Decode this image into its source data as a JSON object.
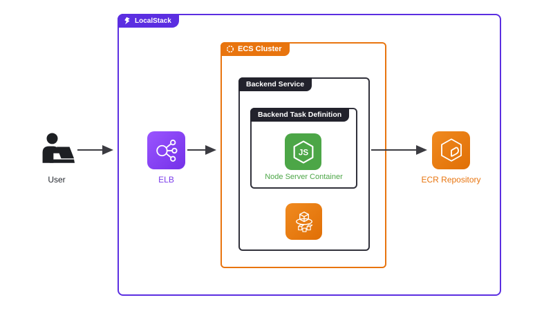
{
  "diagram": {
    "title_badge": "LocalStack",
    "ecs_cluster": {
      "label": "ECS Cluster"
    },
    "backend_service": {
      "label": "Backend Service"
    },
    "task_definition": {
      "label": "Backend Task Definition"
    },
    "node_container": {
      "label": "Node Server Container",
      "icon_text": "JS"
    },
    "nodes": {
      "user": {
        "label": "User"
      },
      "elb": {
        "label": "ELB"
      },
      "ecr": {
        "label": "ECR Repository"
      }
    },
    "icons": {
      "localstack-logo-icon": "white localstack mark",
      "ecs-cluster-icon": "segmented circle",
      "elb-icon": "network hub circles",
      "nodejs-icon": "hexagon JS",
      "ecs-service-icon": "cube over orbit with small cubes",
      "ecr-icon": "cube with fold",
      "user-icon": "person at laptop silhouette"
    },
    "colors": {
      "localstack_purple": "#5B2EE1",
      "aws_orange": "#E8740E",
      "dark_badge": "#22222C",
      "node_green": "#4CA647",
      "elb_purple": "#8348F0",
      "arrow": "#3B3B41",
      "background": "#FFFFFF"
    }
  }
}
